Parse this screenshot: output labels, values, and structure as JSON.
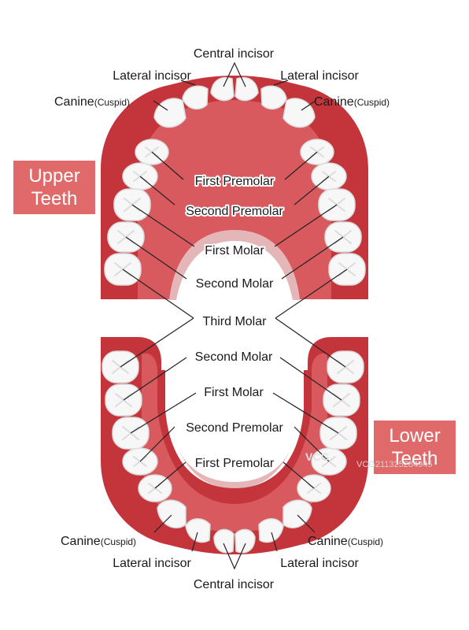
{
  "colors": {
    "gum_outer": "#c4353b",
    "gum_inner": "#d95a5e",
    "palate": "#b12d33",
    "tooth_fill": "#f7f7f7",
    "tooth_shade": "#dcdcdc",
    "leader": "#222222",
    "badge": "#e06a6a"
  },
  "badges": {
    "upper": [
      "Upper",
      "Teeth"
    ],
    "lower": [
      "Lower",
      "Teeth"
    ]
  },
  "upper_labels": {
    "central_incisor": "Central incisor",
    "lateral_incisor_left": "Lateral incisor",
    "lateral_incisor_right": "Lateral incisor",
    "canine_left": "Canine",
    "canine_left_note": "(Cuspid)",
    "canine_right": "Canine",
    "canine_right_note": "(Cuspid)",
    "first_premolar": "First Premolar",
    "second_premolar": "Second Premolar",
    "first_molar": "First Molar",
    "second_molar": "Second Molar"
  },
  "shared_labels": {
    "third_molar": "Third Molar"
  },
  "lower_labels": {
    "second_molar": "Second Molar",
    "first_molar": "First Molar",
    "second_premolar": "Second Premolar",
    "first_premolar": "First Premolar",
    "canine_left": "Canine",
    "canine_left_note": "(Cuspid)",
    "canine_right": "Canine",
    "canine_right_note": "(Cuspid)",
    "lateral_incisor_left": "Lateral incisor",
    "lateral_incisor_right": "Lateral incisor",
    "central_incisor": "Central incisor"
  },
  "watermark": {
    "logo": "VCG",
    "id": "VCG211325284945"
  }
}
